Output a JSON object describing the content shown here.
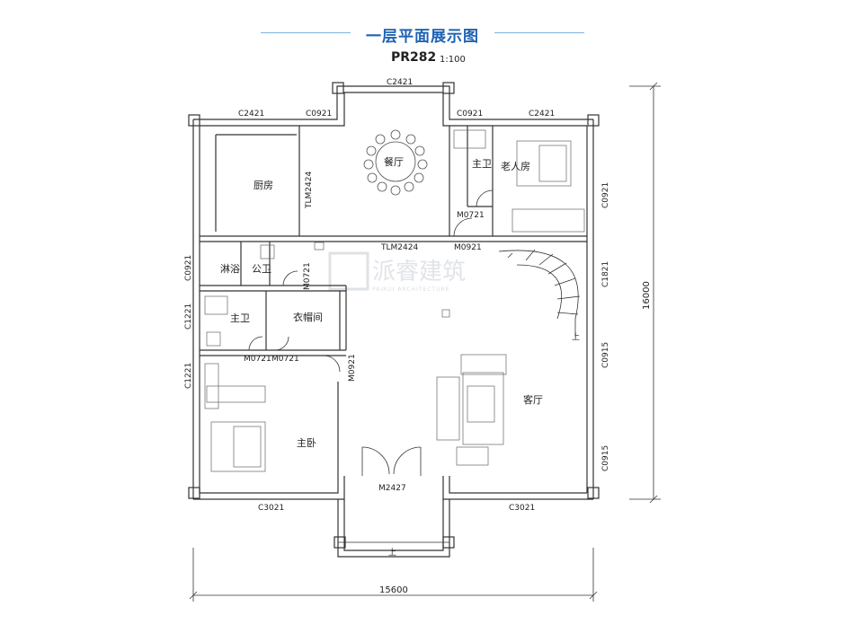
{
  "header": {
    "title": "一层平面展示图",
    "model": "PR282",
    "scale": "1:100"
  },
  "rooms": {
    "dining": "餐厅",
    "kitchen": "厨房",
    "master_bath_top": "主卫",
    "elder_room": "老人房",
    "shower": "淋浴",
    "public_bath": "公卫",
    "master_bath": "主卫",
    "cloakroom": "衣帽间",
    "living": "客厅",
    "master_bed": "主卧",
    "stair_up": "上",
    "stair_up_front": "上"
  },
  "openings": {
    "c2421_top": "C2421",
    "c2421_left": "C2421",
    "c0921_top_left": "C0921",
    "c0921_top_right": "C0921",
    "c2421_right": "C2421",
    "c0921_right": "C0921",
    "c0921_left": "C0921",
    "c1221_left_a": "C1221",
    "c1221_left_b": "C1221",
    "c1821": "C1821",
    "c0915_a": "C0915",
    "c0915_b": "C0915",
    "c3021_left": "C3021",
    "c3021_right": "C3021",
    "tlm2424_v": "TLM2424",
    "tlm2424_h": "TLM2424",
    "m0721_a": "M0721",
    "m0921_a": "M0921",
    "m0721_b": "M0721",
    "m0721_c": "M0721",
    "m0721_d": "M0721",
    "m0921_b": "M0921",
    "m2427": "M2427"
  },
  "dimensions": {
    "width": "15600",
    "height": "16000"
  },
  "watermark": {
    "brand": "派睿建筑",
    "sub": "PAIRUI ARCHITECTURE"
  }
}
